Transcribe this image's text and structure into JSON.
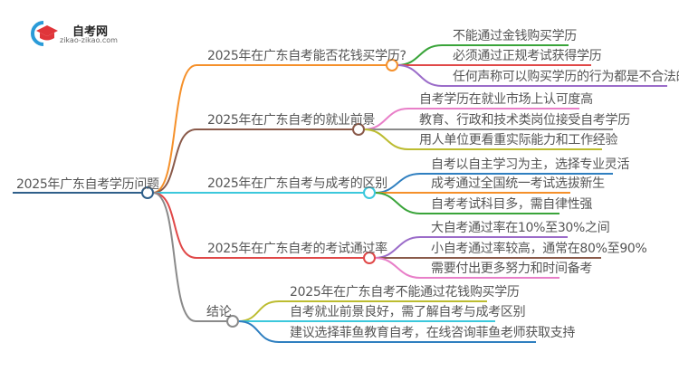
{
  "logo": {
    "title": "自考网",
    "url": "zikao-zikao.com"
  },
  "root": {
    "label": "2025年广东自考学历问题",
    "color": "#2f5f8a"
  },
  "branches": [
    {
      "label": "2025年在广东自考能否花钱买学历?",
      "color": "#f5902a",
      "leaves": [
        {
          "label": "不能通过金钱购买学历",
          "color": "#3aa43a"
        },
        {
          "label": "必须通过正规考试获得学历",
          "color": "#e04848"
        },
        {
          "label": "任何声称可以购买学历的行为都是不合法的",
          "color": "#9b6cc9"
        }
      ]
    },
    {
      "label": "2025年在广东自考的就业前景",
      "color": "#8a5a4a",
      "leaves": [
        {
          "label": "自考学历在就业市场上认可度高",
          "color": "#e87fc8"
        },
        {
          "label": "教育、行政和技术类岗位接受自考学历",
          "color": "#8a8a8a"
        },
        {
          "label": "用人单位更看重实际能力和工作经验",
          "color": "#bcbc30"
        }
      ]
    },
    {
      "label": "2025年在广东自考与成考的区别",
      "color": "#3cc8dc",
      "leaves": [
        {
          "label": "自考以自主学习为主，选择专业灵活",
          "color": "#2f7fc0"
        },
        {
          "label": "成考通过全国统一考试选拔新生",
          "color": "#f5902a"
        },
        {
          "label": "自考考试科目多，需自律性强",
          "color": "#3aa43a"
        }
      ]
    },
    {
      "label": "2025年在广东自考的考试通过率",
      "color": "#e04848",
      "leaves": [
        {
          "label": "大自考通过率在10%至30%之间",
          "color": "#9b6cc9"
        },
        {
          "label": "小自考通过率较高，通常在80%至90%",
          "color": "#8a5a4a"
        },
        {
          "label": "需要付出更多努力和时间备考",
          "color": "#e87fc8"
        }
      ]
    },
    {
      "label": "结论",
      "color": "#8a8a8a",
      "leaves": [
        {
          "label": "2025年在广东自考不能通过花钱购买学历",
          "color": "#bcbc30"
        },
        {
          "label": "自考就业前景良好，需了解自考与成考区别",
          "color": "#3cc8dc"
        },
        {
          "label": "建议选择菲鱼教育自考，在线咨询菲鱼老师获取支持",
          "color": "#2f7fc0"
        }
      ]
    }
  ]
}
